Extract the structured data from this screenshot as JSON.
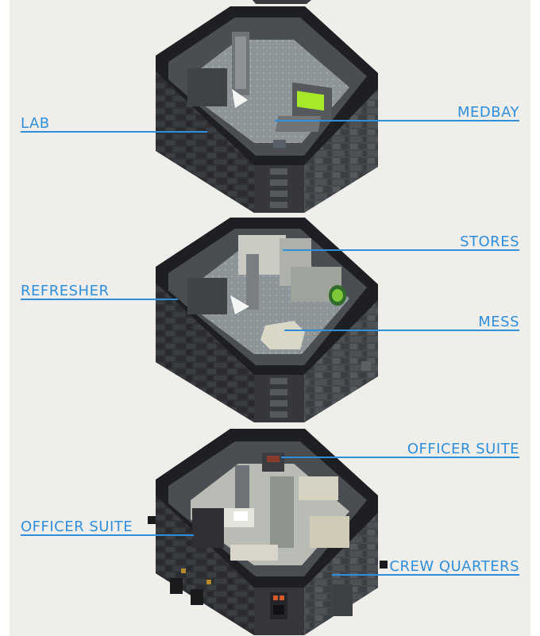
{
  "labels": {
    "lab": "LAB",
    "medbay": "MEDBAY",
    "stores": "STORES",
    "refresher": "REFRESHER",
    "mess": "MESS",
    "officer_suite_right": "OFFICER SUITE",
    "officer_suite_left": "OFFICER SUITE",
    "crew_quarters": "CREW QUARTERS"
  },
  "colors": {
    "background": "#efeeea",
    "label_blue": "#2f8fdc",
    "hull_dark": "#2b2d30",
    "floor_gray": "#8f979b",
    "screen_green": "#a6e82a"
  }
}
